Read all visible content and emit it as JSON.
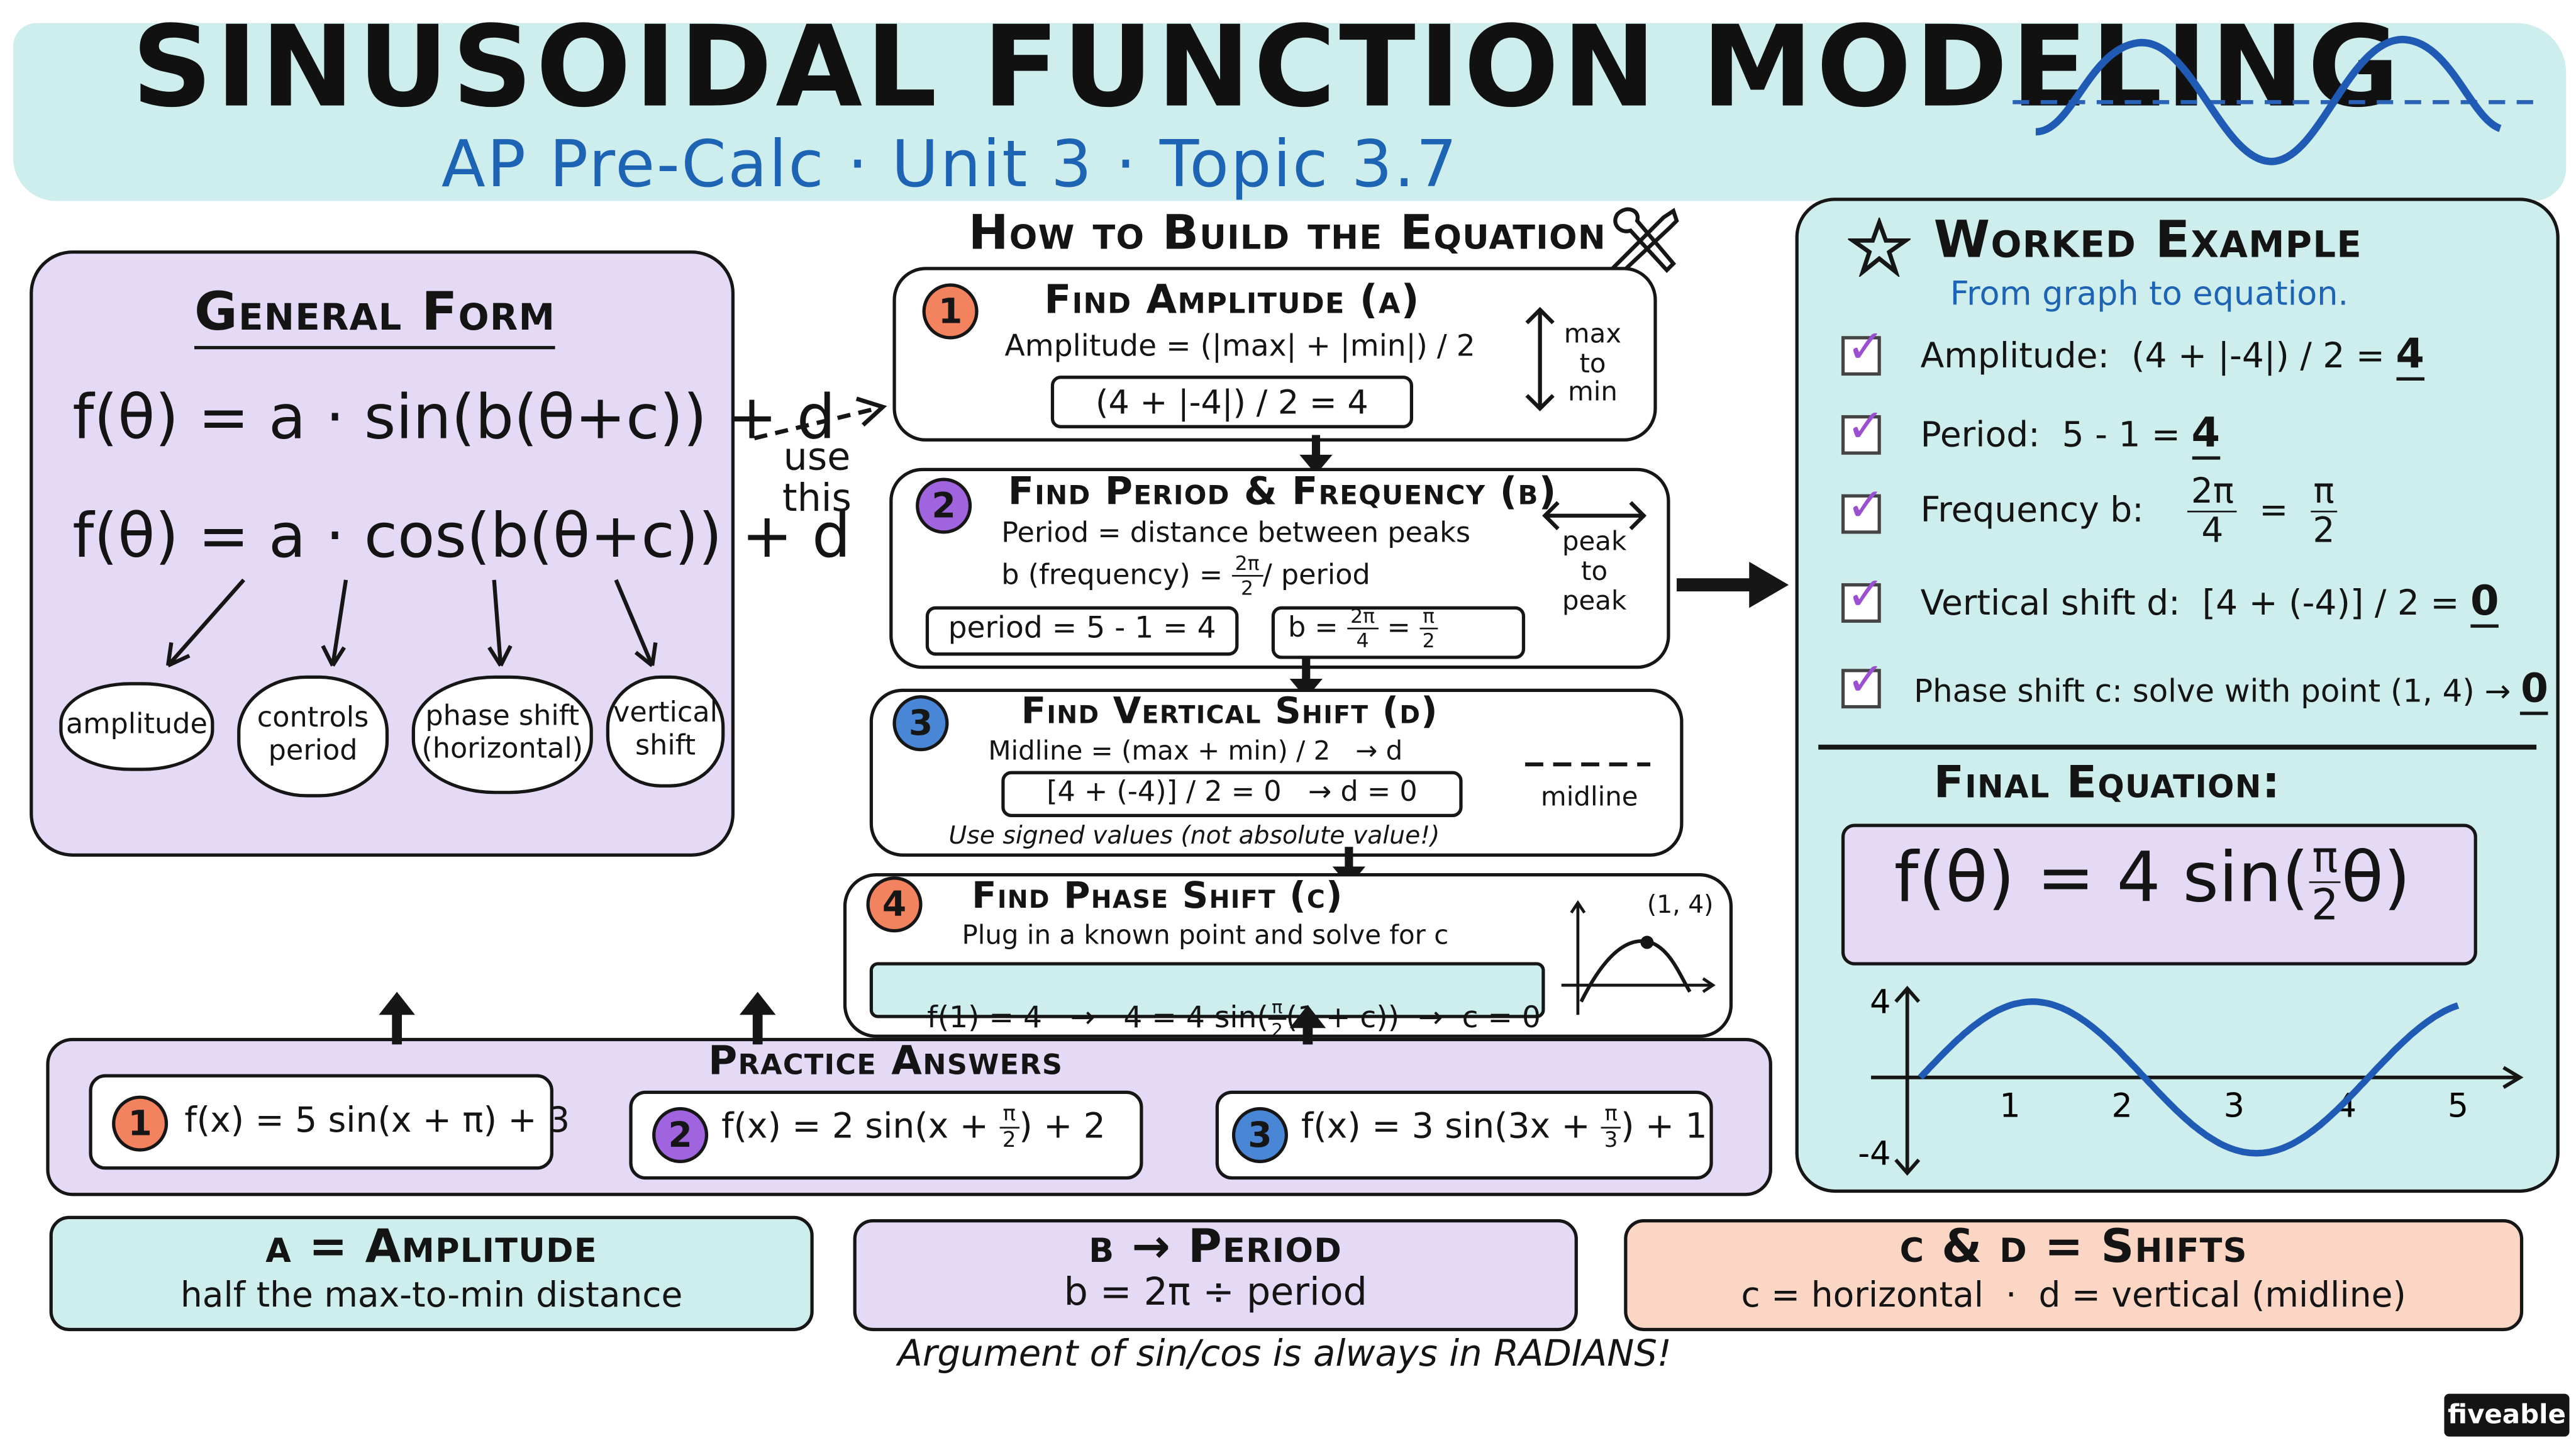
{
  "header": {
    "title": "SINUSOIDAL FUNCTION MODELING",
    "subtitle": "AP Pre-Calc · Unit 3 · Topic 3.7"
  },
  "general_form": {
    "title": "General Form",
    "eq_sin": "f(θ) = a · sin(b(θ+c)) + d",
    "eq_cos": "f(θ) = a · cos(b(θ+c)) + d",
    "labels": [
      "amplitude",
      "controls period",
      "phase shift (horizontal)",
      "vertical shift"
    ],
    "use_this": "use this"
  },
  "build": {
    "title": "How to Build the Equation",
    "steps": [
      {
        "num": "1",
        "title": "Find Amplitude (a)",
        "line1": "Amplitude = (|max| + |min|) / 2",
        "box1": "(4 + |-4|) / 2 = 4",
        "side": "max to min"
      },
      {
        "num": "2",
        "title": "Find Period & Frequency (b)",
        "line1": "Period = distance between peaks",
        "line2_a": "b (frequency) =",
        "line2_b": "/ period",
        "box1": "period = 5 - 1 = 4",
        "box2_prefix": "b =",
        "side": "peak to peak"
      },
      {
        "num": "3",
        "title": "Find Vertical Shift (d)",
        "line1": "Midline = (max + min) / 2   → d",
        "box1": "[4 + (-4)] / 2 = 0   → d = 0",
        "note": "Use signed values (not absolute value!)",
        "side": "midline"
      },
      {
        "num": "4",
        "title": "Find Phase Shift (c)",
        "line1": "Plug in a known point and solve for c",
        "box1_a": "f(1) = 4   →   4 = 4 sin(",
        "box1_b": "(1 + c))  →  c = 0",
        "point": "(1, 4)"
      }
    ],
    "frac_2pi": "2π",
    "frac_2": "2",
    "frac_4": "4",
    "frac_pi": "π"
  },
  "worked": {
    "title": "Worked Example",
    "subtitle": "From graph to equation.",
    "rows": [
      {
        "label": "Amplitude:",
        "expr": "(4 + |-4|) / 2 =",
        "ans": "4"
      },
      {
        "label": "Period:",
        "expr": "5 - 1 =",
        "ans": "4"
      },
      {
        "label": "Frequency b:",
        "expr": "",
        "ans": ""
      },
      {
        "label": "Vertical shift d:",
        "expr": "[4 + (-4)] / 2 =",
        "ans": "0"
      },
      {
        "label": "Phase shift c:",
        "expr": "solve with point (1, 4) →",
        "ans": "0"
      }
    ],
    "final_title": "Final Equation:",
    "final_a": "f(θ) = 4 sin(",
    "final_b": "θ)",
    "graph": {
      "x_ticks": [
        "1",
        "2",
        "3",
        "4",
        "5"
      ],
      "y_ticks": [
        "4",
        "-4"
      ]
    }
  },
  "practice": {
    "title": "Practice Answers",
    "items": [
      {
        "num": "1",
        "eq_a": "f(x) = 5 sin(x + π) + 3"
      },
      {
        "num": "2",
        "eq_a": "f(x) = 2 sin(x +",
        "eq_b": ") + 2"
      },
      {
        "num": "3",
        "eq_a": "f(x) = 3 sin(3x +",
        "eq_b": ") + 1"
      }
    ],
    "frac_pi": "π",
    "frac_2": "2",
    "frac_3": "3"
  },
  "summary": [
    {
      "title": "a = Amplitude",
      "text": "half the max-to-min distance"
    },
    {
      "title": "b → Period",
      "text": "b = 2π ÷ period"
    },
    {
      "title": "c & d = Shifts",
      "text": "c = horizontal  ·  d = vertical (midline)"
    }
  ],
  "footer_note": "Argument of sin/cos is always in RADIANS!",
  "brand": "fiveable",
  "colors": {
    "teal": "#cdeeed",
    "lavender": "#e4daf5",
    "peach": "#fbd6c4",
    "blue_text": "#1e64b4",
    "orange": "#f3825f",
    "purple": "#a064de",
    "blue": "#4a86d6",
    "curve": "#1f5bb5"
  }
}
